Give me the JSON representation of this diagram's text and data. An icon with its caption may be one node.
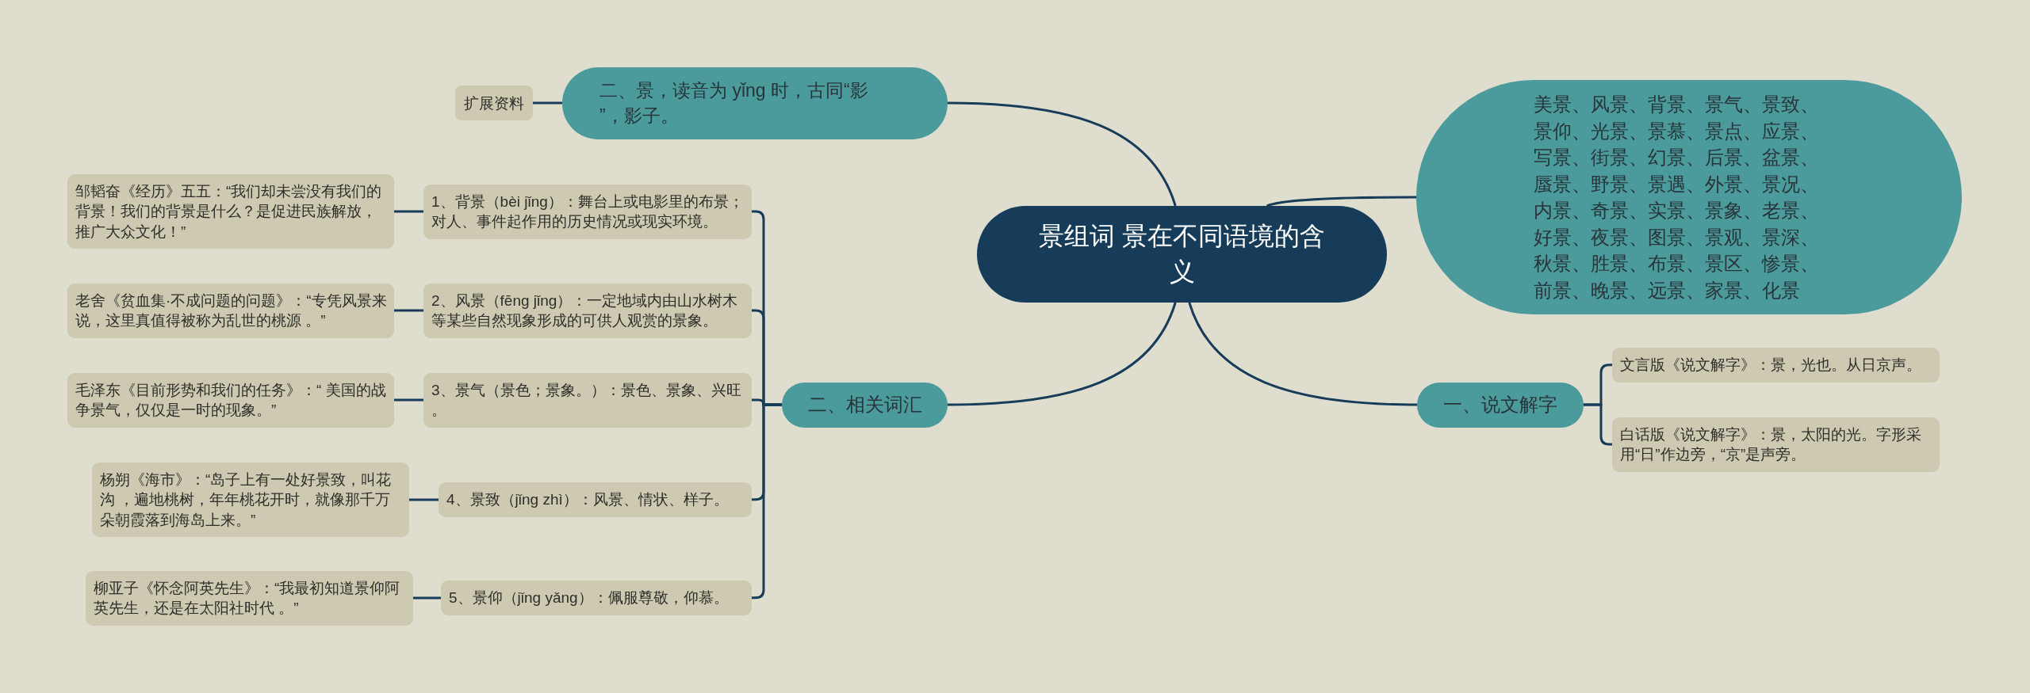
{
  "diagram": {
    "nodes": [
      {
        "text": [
          "景组词 景在不同语境的含义"
        ]
      },
      {
        "text": [
          "二、景，读音为 yǐng 时，古同“影”，影子。"
        ]
      },
      {
        "text": [
          "扩展资料"
        ]
      },
      {
        "text": [
          "美景、风景、背景、景气、景致、景仰、光景、景慕、景点、应景、写景、街景、幻景、后景、盆景、蜃景、野景、景遇、外景、景况、内景、奇景、实景、景象、老景、好景、夜景、图景、景观、景深、秋景、胜景、布景、景区、惨景、前景、晚景、远景、家景、化景"
        ]
      },
      {
        "text": [
          "二、相关词汇"
        ]
      },
      {
        "text": [
          "1、背景（bèi jǐng）：舞台上或电影里的布景；对人、事件起作用的历史情况或现实环境。"
        ]
      },
      {
        "text": [
          "邹韬奋《经历》五五：“我们却未尝没有我们的背景！我们的背景是什么？是促进民族解放，推广大众文化！”"
        ]
      },
      {
        "text": [
          "2、风景（fēng jǐng）：一定地域内由山水树木等某些自然现象形成的可供人观赏的景象。"
        ]
      },
      {
        "text": [
          "老舍《贫血集·不成问题的问题》：“专凭风景来说，这里真值得被称为乱世的桃源 。”"
        ]
      },
      {
        "text": [
          "3、景气（景色；景象。）：景色、景象、兴旺。"
        ]
      },
      {
        "text": [
          "毛泽东《目前形势和我们的任务》：“ 美国的战争景气，仅仅是一时的现象。”"
        ]
      },
      {
        "text": [
          "4、景致（jǐng zhì）：风景、情状、样子。"
        ]
      },
      {
        "text": [
          "杨朔《海市》：“岛子上有一处好景致，叫花沟 ，遍地桃树，年年桃花开时，就像那千万朵朝霞落到海岛上来。”"
        ]
      },
      {
        "text": [
          "5、景仰（jǐng yǎng）：佩服尊敬，仰慕。"
        ]
      },
      {
        "text": [
          "柳亚子《怀念阿英先生》：“我最初知道景仰阿英先生，还是在太阳社时代 。”"
        ]
      },
      {
        "text": [
          "一、说文解字"
        ]
      },
      {
        "text": [
          "文言版《说文解字》：景，光也。从日京声。"
        ]
      },
      {
        "text": [
          "白话版《说文解字》：景，太阳的光。字形采用“日”作边旁，“京”是声旁。"
        ]
      }
    ],
    "edges": [
      {
        "from": 0,
        "to": 1,
        "arrow": "none"
      },
      {
        "from": 1,
        "to": 2,
        "arrow": "none"
      },
      {
        "from": 0,
        "to": 3,
        "arrow": "none"
      },
      {
        "from": 0,
        "to": 4,
        "arrow": "none"
      },
      {
        "from": 4,
        "to": 5,
        "arrow": "none"
      },
      {
        "from": 5,
        "to": 6,
        "arrow": "none"
      },
      {
        "from": 4,
        "to": 7,
        "arrow": "none"
      },
      {
        "from": 7,
        "to": 8,
        "arrow": "none"
      },
      {
        "from": 4,
        "to": 9,
        "arrow": "none"
      },
      {
        "from": 9,
        "to": 10,
        "arrow": "none"
      },
      {
        "from": 4,
        "to": 11,
        "arrow": "none"
      },
      {
        "from": 11,
        "to": 12,
        "arrow": "none"
      },
      {
        "from": 4,
        "to": 13,
        "arrow": "none"
      },
      {
        "from": 13,
        "to": 14,
        "arrow": "none"
      },
      {
        "from": 0,
        "to": 15,
        "arrow": "none"
      },
      {
        "from": 15,
        "to": 16,
        "arrow": "none"
      },
      {
        "from": 15,
        "to": 17,
        "arrow": "none"
      }
    ]
  }
}
